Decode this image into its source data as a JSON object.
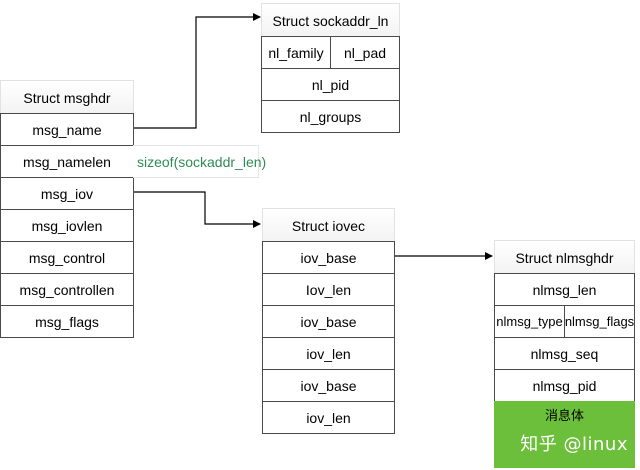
{
  "sockaddr": {
    "title": "Struct sockaddr_ln",
    "nl_family": "nl_family",
    "nl_pad": "nl_pad",
    "nl_pid": "nl_pid",
    "nl_groups": "nl_groups"
  },
  "msghdr": {
    "title": "Struct msghdr",
    "fields": [
      "msg_name",
      "msg_namelen",
      "msg_iov",
      "msg_iovlen",
      "msg_control",
      "msg_controllen",
      "msg_flags"
    ],
    "namelen_note": "sizeof(sockaddr_len)"
  },
  "iovec": {
    "title": "Struct iovec",
    "fields": [
      "iov_base",
      "Iov_len",
      "iov_base",
      "iov_len",
      "iov_base",
      "iov_len"
    ]
  },
  "nlmsghdr": {
    "title": "Struct nlmsghdr",
    "nlmsg_len": "nlmsg_len",
    "nlmsg_type": "nlmsg_type",
    "nlmsg_flags": "nlmsg_flags",
    "nlmsg_seq": "nlmsg_seq",
    "nlmsg_pid": "nlmsg_pid",
    "body": "消息体"
  },
  "watermark": "知乎 @linux",
  "colors": {
    "note_text": "#2e8b57",
    "body_fill": "#6cbf3a",
    "border": "#4a4a4a"
  }
}
